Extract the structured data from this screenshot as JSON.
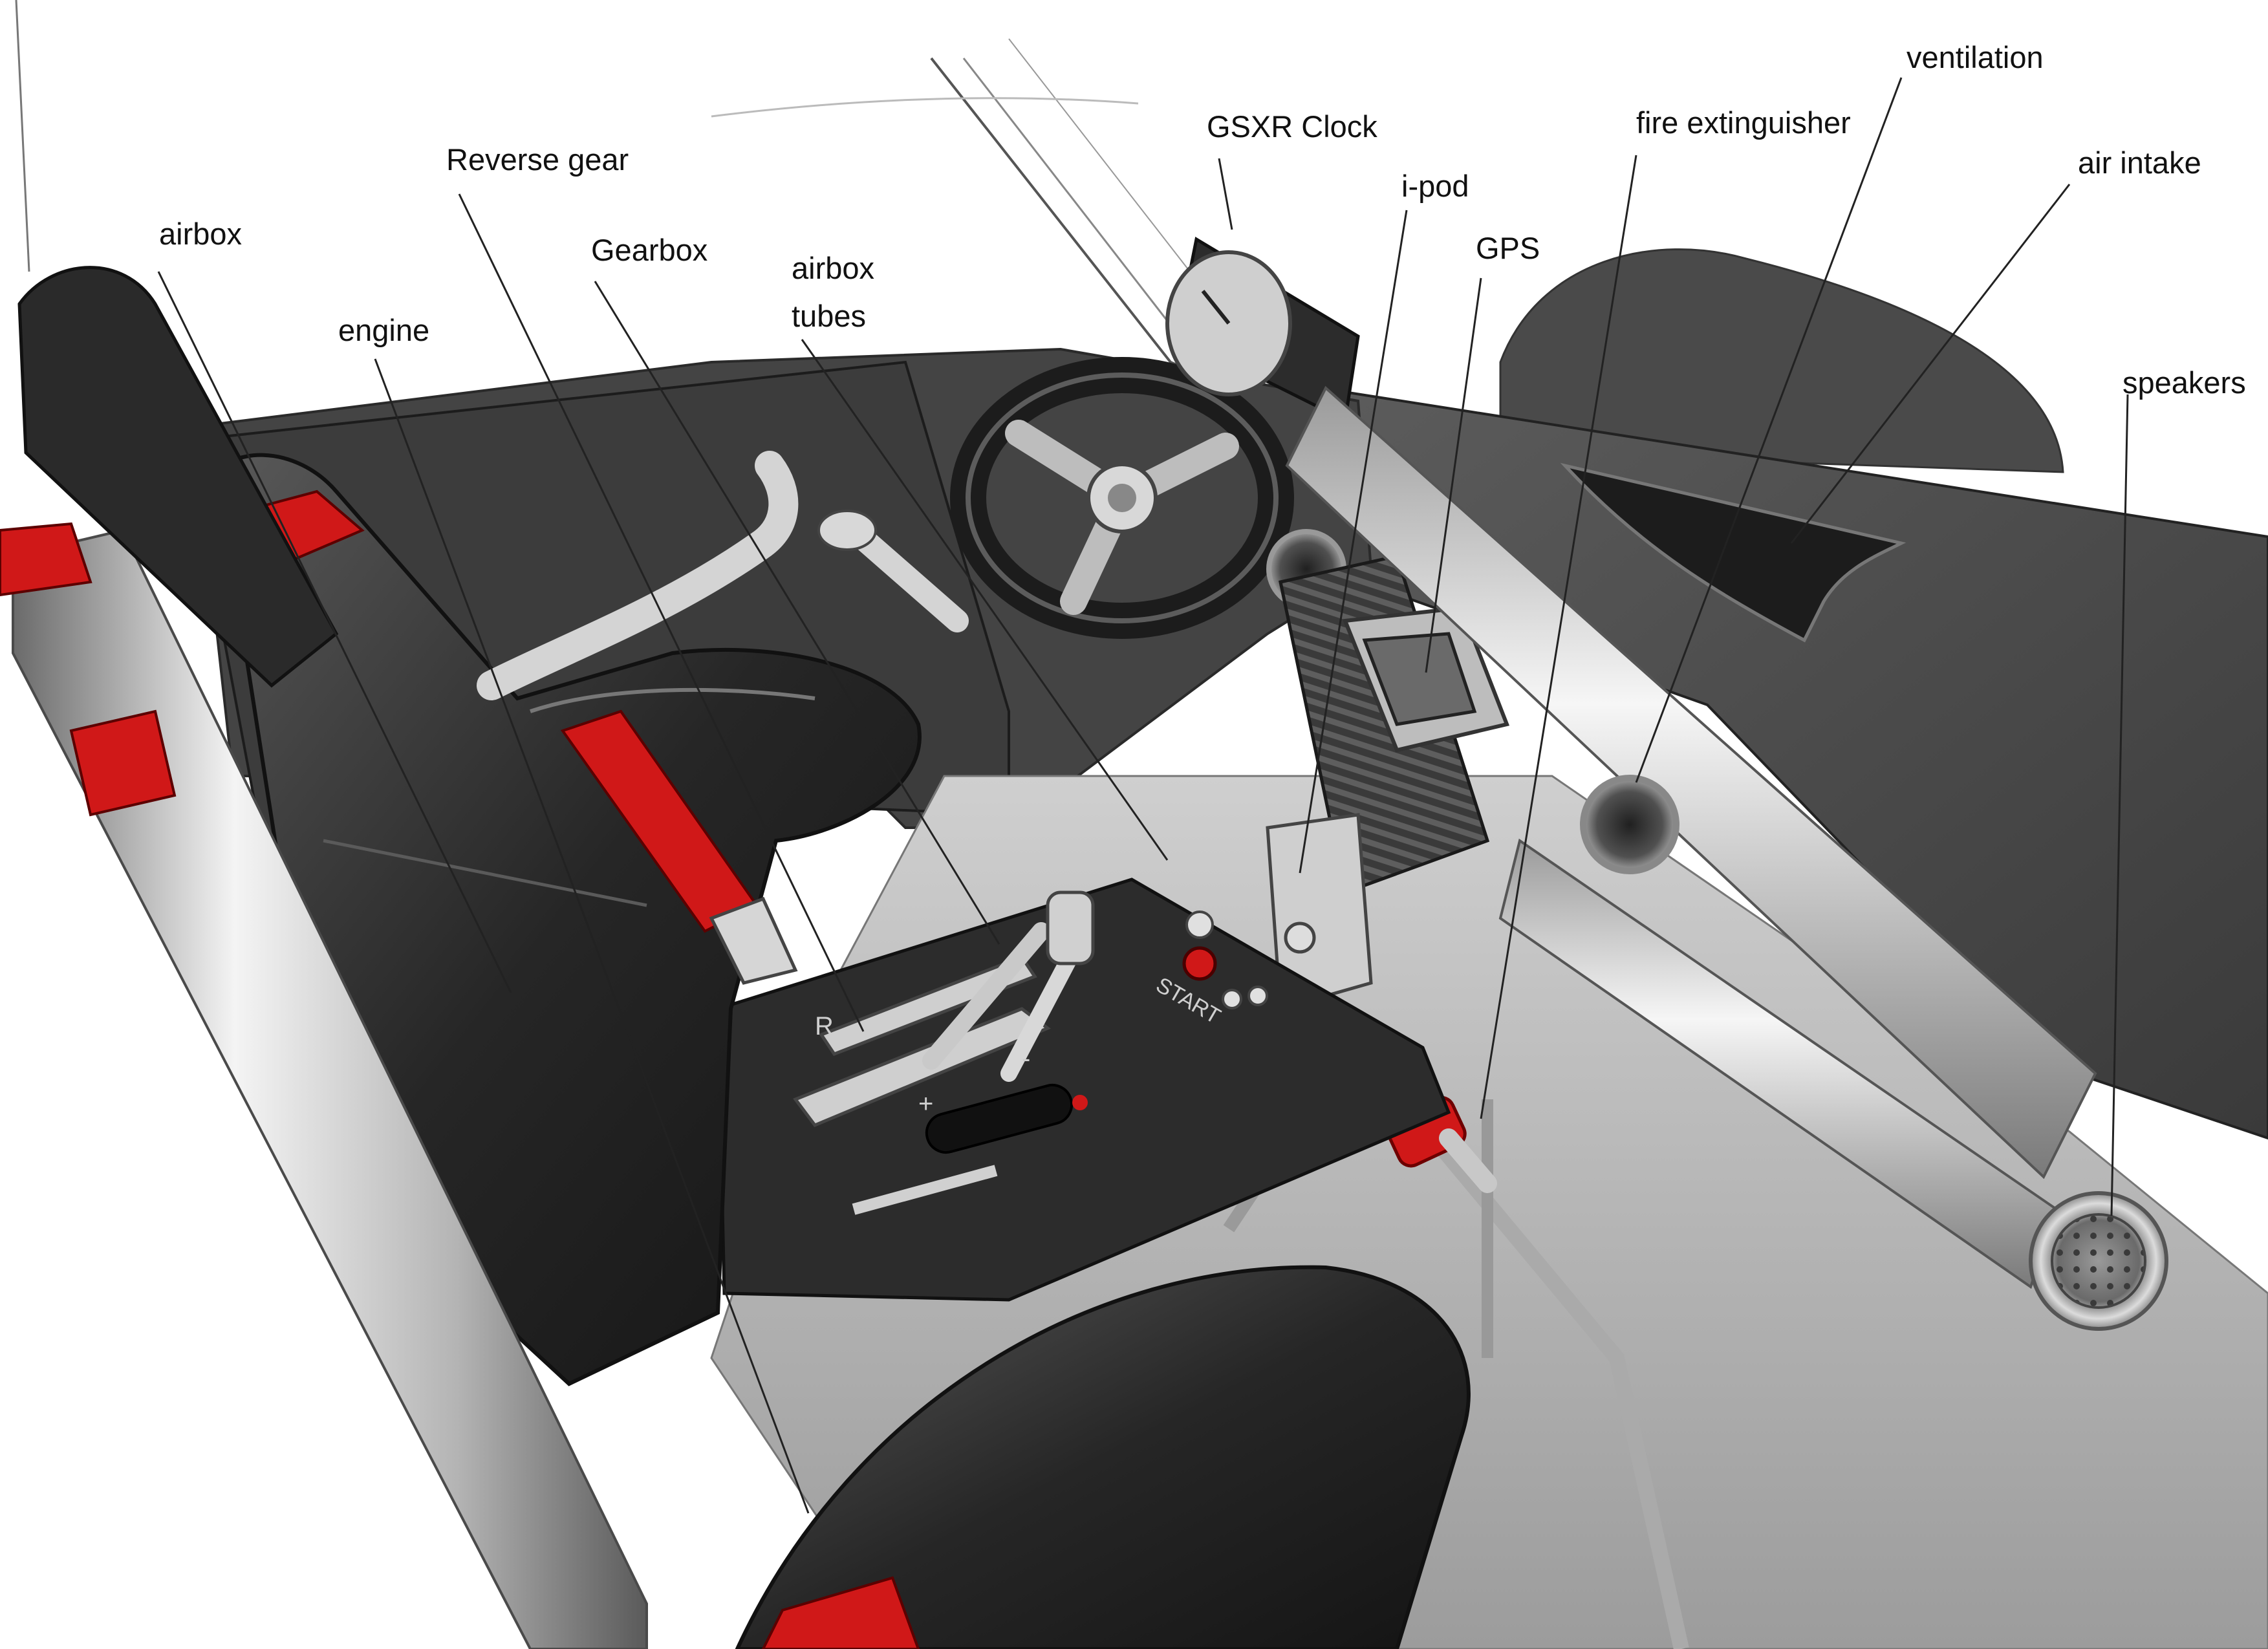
{
  "diagram": {
    "labels": {
      "airbox": "airbox",
      "engine": "engine",
      "reverse_gear": "Reverse gear",
      "gearbox": "Gearbox",
      "airbox_tubes_line1": "airbox",
      "airbox_tubes_line2": "tubes",
      "gsxr_clock": "GSXR Clock",
      "ipod": "i-pod",
      "gps": "GPS",
      "fire_extinguisher": "fire extinguisher",
      "ventilation": "ventilation",
      "air_intake": "air intake",
      "speakers": "speakers",
      "start_engraving": "START",
      "shifter_r": "R",
      "shifter_plus": "+",
      "shifter_minus": "-"
    },
    "colors": {
      "paper": "#ffffff",
      "accent_red": "#d01818",
      "dark_body": "#2e2e2e",
      "mid_grey": "#8a8a8a",
      "light_grey": "#d8d8d8",
      "chrome": "#c4c4c4",
      "leader_line": "#222222"
    }
  }
}
